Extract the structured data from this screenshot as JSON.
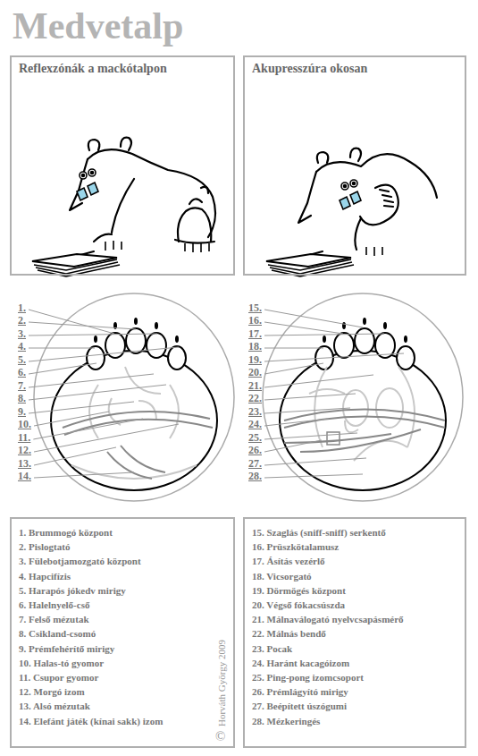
{
  "diagram": {
    "title": "Medvetalp",
    "nodes": [
      {
        "text": [
          "Reflexzónák a mackótalpon"
        ]
      },
      {
        "text": [
          "Akupresszúra okosan"
        ]
      },
      {
        "text": [
          "1. Brummogó központ",
          "2. Pislogtató",
          "3. Fülebotjamozgató központ",
          "4. Hapcifízis",
          "5. Harapós jókedv mirigy",
          "6. Halelnyelő-cső",
          "7. Felső mézutak",
          "8. Csikland-csomó",
          "9. Prémfehérítő mirigy",
          "10. Halas-tó gyomor",
          "11. Csupor gyomor",
          "12. Morgó izom",
          "13. Alsó mézutak",
          "14. Elefánt játék (kínai sakk) izom"
        ]
      },
      {
        "text": [
          "15. Szaglás (sniff-sniff) serkentő",
          "16. Prüszkötalamusz",
          "17. Ásítás vezérlő",
          "18. Vicsorgató",
          "19. Dörmögés központ",
          "20. Végső fókacsúszda",
          "21. Málnaválogató nyelvcsapásmérő",
          "22. Málnás bendő",
          "23. Pocak",
          "24. Haránt kacagóizom",
          "25. Ping-pong izomcsoport",
          "26. Prémlágyító mirigy",
          "27. Beépített úszógumi",
          "28. Mézkeringés"
        ]
      }
    ],
    "labels": [
      "1.",
      "2.",
      "3.",
      "4.",
      "5.",
      "6.",
      "7.",
      "8.",
      "9.",
      "10.",
      "11.",
      "12.",
      "13.",
      "14.",
      "15.",
      "16.",
      "17.",
      "18.",
      "19.",
      "20.",
      "21.",
      "22.",
      "23.",
      "24.",
      "25.",
      "26.",
      "27.",
      "28.",
      "Horváth György 2009",
      "©"
    ]
  }
}
